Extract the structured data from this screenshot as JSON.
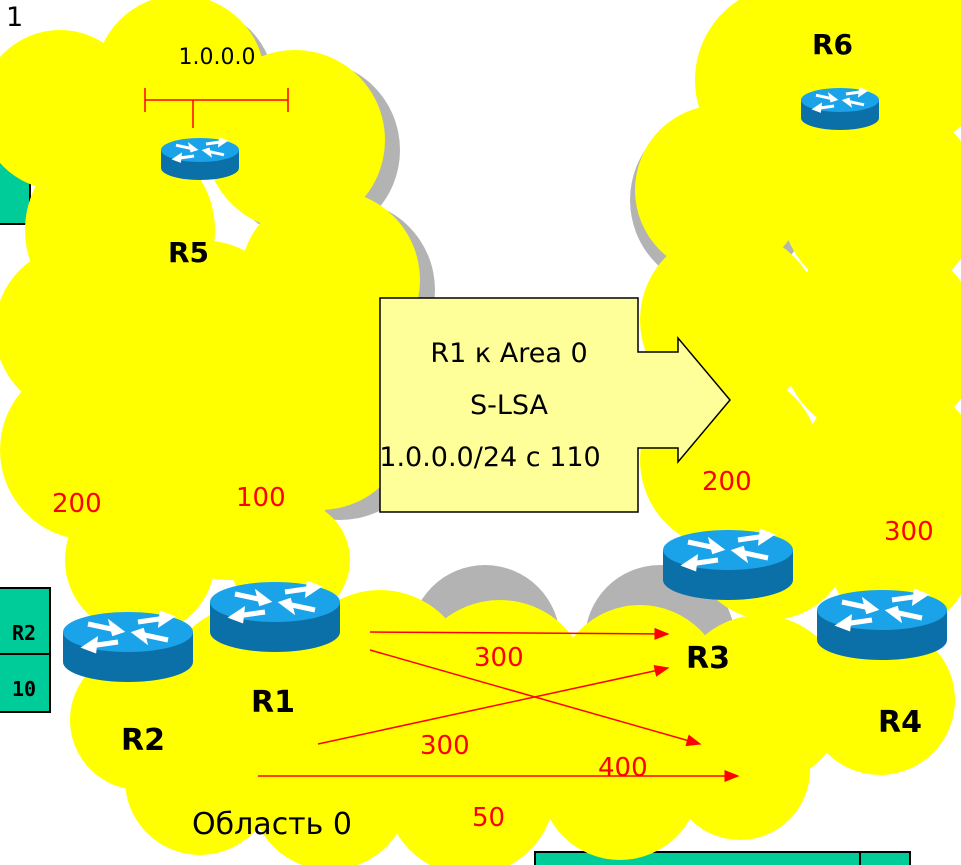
{
  "top_left_fragment": "1",
  "network_label": "1.0.0.0",
  "routers": {
    "r1": "R1",
    "r2": "R2",
    "r3": "R3",
    "r4": "R4",
    "r5": "R5",
    "r6": "R6"
  },
  "callout": {
    "line1": "R1 к Area 0",
    "line2": "S-LSA",
    "line3": "1.0.0.0/24 с 110"
  },
  "costs": {
    "cloud_left_200": "200",
    "cloud_left_100": "100",
    "cloud_right_200": "200",
    "cloud_right_300": "300",
    "link_r1_r3": "300",
    "link_r2_r3": "300",
    "link_r1_r4": "400",
    "link_r2_r4": "50"
  },
  "area_label": "Область 0",
  "left_table_fragment": {
    "row1": "R2",
    "row2": "10"
  },
  "colors": {
    "cloud": "#ffff00",
    "cloud_shadow": "#b3b3b3",
    "router_top": "#1aa3e8",
    "router_side": "#0b6fa8",
    "table": "#00cc99",
    "callout": "#ffff99",
    "link": "#ff0000"
  }
}
